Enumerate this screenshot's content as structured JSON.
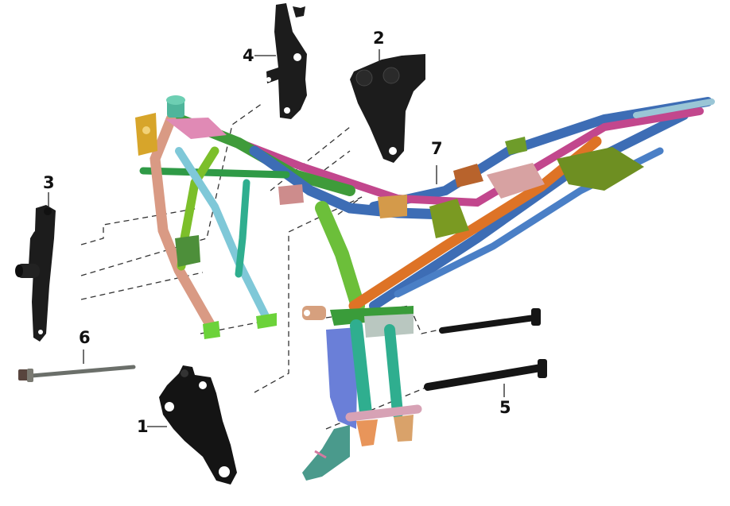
{
  "diagram": {
    "type": "exploded-parts-diagram",
    "subject": "motorcycle frame and engine mounting brackets",
    "colors": {
      "bracket": "#1c1c1c",
      "bolt": "#151515",
      "long_bolt": "#6b6f6a",
      "leader_line": "#222222",
      "dashed_line": "#333333",
      "frame_green": "#3f9b3a",
      "frame_lime": "#7cbf2a",
      "frame_blue": "#3d6db5",
      "frame_teal": "#2fae8f",
      "frame_light_blue": "#7fc8d8",
      "frame_pink": "#c2478d",
      "frame_salmon": "#d99a84",
      "frame_orange": "#de7326",
      "frame_olive": "#7a9a22",
      "frame_gold": "#d7a52a",
      "frame_purple_blue": "#6a7fd8",
      "frame_rose": "#d7a2a2"
    },
    "callouts": [
      {
        "id": "1",
        "label": "1",
        "part": "lower engine mount bracket"
      },
      {
        "id": "2",
        "label": "2",
        "part": "upper engine mount bracket (right)"
      },
      {
        "id": "3",
        "label": "3",
        "part": "front engine mount bracket with spacer"
      },
      {
        "id": "4",
        "label": "4",
        "part": "upper engine hanger plate"
      },
      {
        "id": "5",
        "label": "5",
        "part": "flange bolts (x2)"
      },
      {
        "id": "6",
        "label": "6",
        "part": "long through bolt"
      },
      {
        "id": "7",
        "label": "7",
        "part": "main frame"
      }
    ]
  }
}
